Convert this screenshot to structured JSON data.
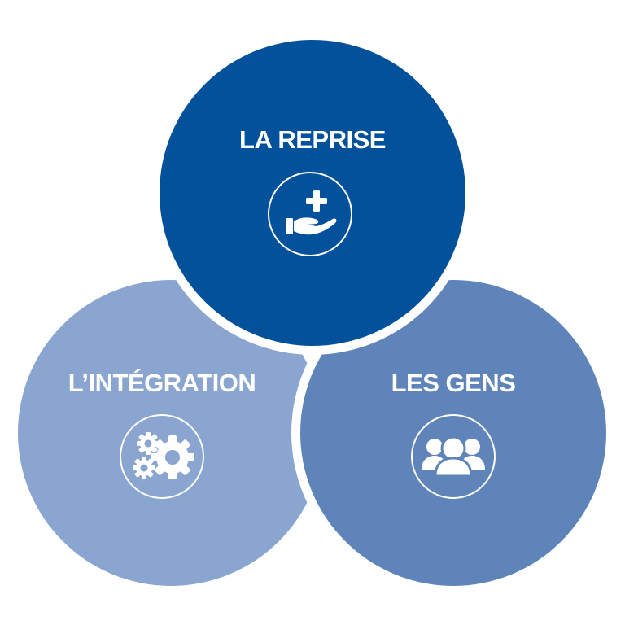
{
  "colors": {
    "top_circle": "#02519A",
    "left_circle": "#8AA5CF",
    "right_circle": "#5F84B9",
    "separator": "#ffffff",
    "icon_stroke": "#ffffff"
  },
  "circles": [
    {
      "id": "reprise",
      "label": "LA REPRISE",
      "icon": "hand-plus-icon"
    },
    {
      "id": "integration",
      "label": "L’INTÉGRATION",
      "icon": "gears-icon"
    },
    {
      "id": "gens",
      "label": "LES GENS",
      "icon": "people-icon"
    }
  ]
}
